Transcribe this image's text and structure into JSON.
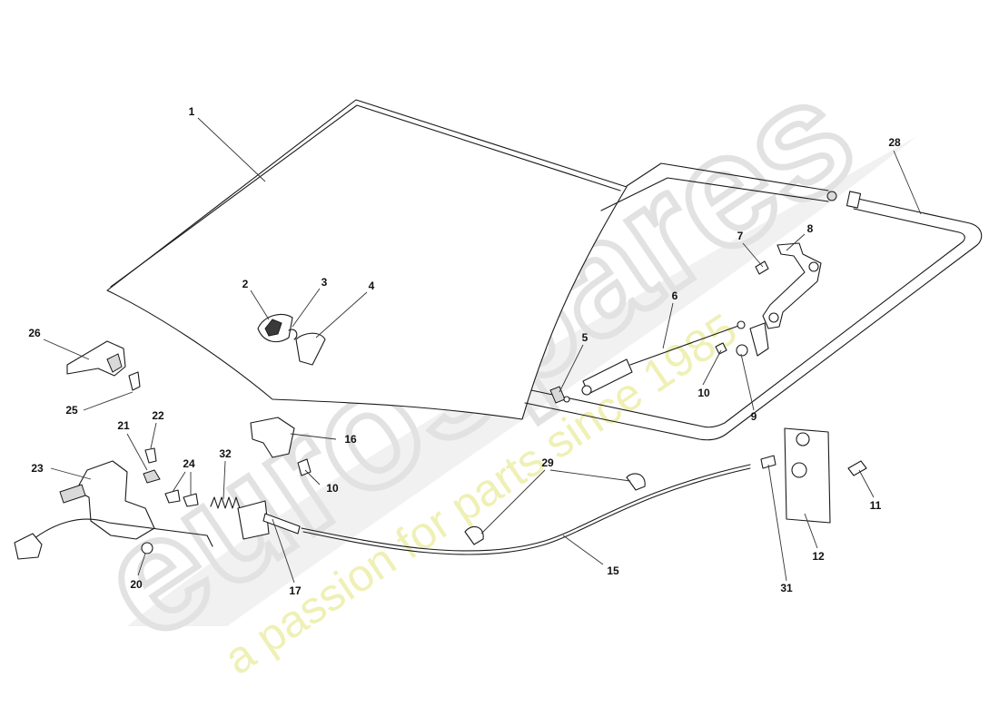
{
  "watermark": {
    "brand": "eurospares",
    "tagline": "a passion for parts since 1985"
  },
  "callouts": [
    {
      "id": "c1",
      "text": "1"
    },
    {
      "id": "c2",
      "text": "2"
    },
    {
      "id": "c3",
      "text": "3"
    },
    {
      "id": "c4",
      "text": "4"
    },
    {
      "id": "c5",
      "text": "5"
    },
    {
      "id": "c6",
      "text": "6"
    },
    {
      "id": "c7",
      "text": "7"
    },
    {
      "id": "c8",
      "text": "8"
    },
    {
      "id": "c9",
      "text": "9"
    },
    {
      "id": "c10a",
      "text": "10"
    },
    {
      "id": "c10b",
      "text": "10"
    },
    {
      "id": "c11",
      "text": "11"
    },
    {
      "id": "c12",
      "text": "12"
    },
    {
      "id": "c15",
      "text": "15"
    },
    {
      "id": "c16",
      "text": "16"
    },
    {
      "id": "c17",
      "text": "17"
    },
    {
      "id": "c20",
      "text": "20"
    },
    {
      "id": "c21",
      "text": "21"
    },
    {
      "id": "c22",
      "text": "22"
    },
    {
      "id": "c23",
      "text": "23"
    },
    {
      "id": "c24",
      "text": "24"
    },
    {
      "id": "c25",
      "text": "25"
    },
    {
      "id": "c26",
      "text": "26"
    },
    {
      "id": "c28",
      "text": "28"
    },
    {
      "id": "c29",
      "text": "29"
    },
    {
      "id": "c31",
      "text": "31"
    },
    {
      "id": "c32",
      "text": "32"
    }
  ]
}
